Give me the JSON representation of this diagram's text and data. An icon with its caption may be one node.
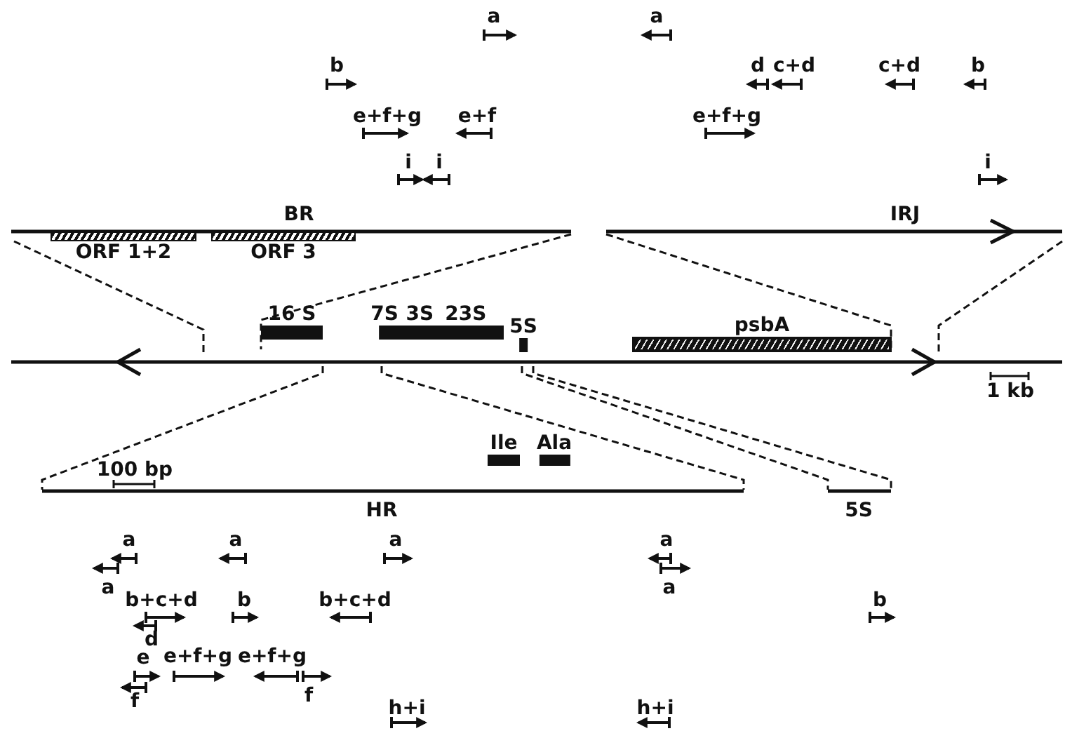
{
  "diagram": {
    "nodes": [
      {
        "text": [
          "ORF 1+2"
        ]
      },
      {
        "text": [
          "ORF 3"
        ]
      },
      {
        "text": [
          "16 S"
        ]
      },
      {
        "text": [
          "7S"
        ]
      },
      {
        "text": [
          "3S",
          "23S"
        ]
      },
      {
        "text": [
          "5S"
        ]
      },
      {
        "text": [
          "psbA"
        ]
      },
      {
        "text": [
          "Ile"
        ]
      },
      {
        "text": [
          "Ala"
        ]
      }
    ],
    "labels": [
      "a",
      "a",
      "b",
      "d",
      "c+d",
      "c+d",
      "b",
      "e+f+g",
      "e+f",
      "e+f+g",
      "i",
      "i",
      "i",
      "BR",
      "IRJ",
      "1 kb",
      "100 bp",
      "HR",
      "5S",
      "a",
      "a",
      "a",
      "a",
      "a",
      "a",
      "b+c+d",
      "b",
      "b+c+d",
      "b",
      "d",
      "e",
      "e+f+g",
      "e+f+g",
      "f",
      "f",
      "h+i",
      "h+i"
    ]
  }
}
